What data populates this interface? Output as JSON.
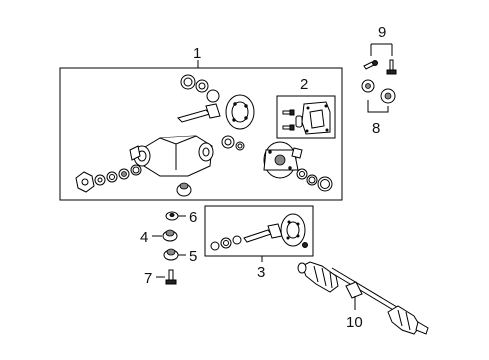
{
  "callouts": {
    "c1": "1",
    "c2": "2",
    "c3": "3",
    "c4": "4",
    "c5": "5",
    "c6": "6",
    "c7": "7",
    "c8": "8",
    "c9": "9",
    "c10": "10"
  },
  "colors": {
    "line": "#000000",
    "background": "#ffffff",
    "shade": "#888888"
  }
}
